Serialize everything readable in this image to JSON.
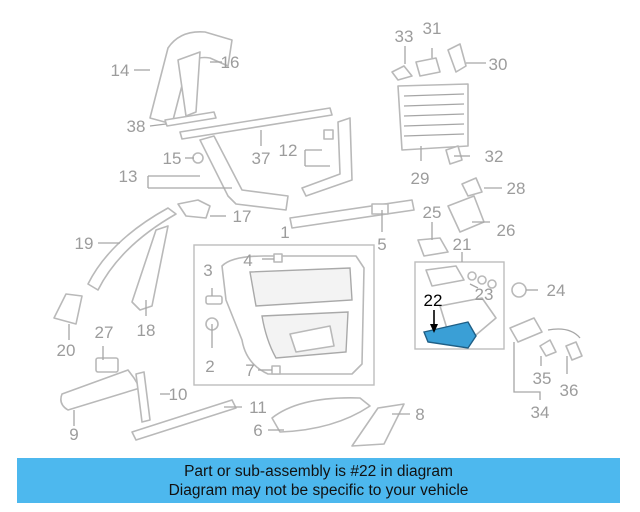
{
  "callouts": [
    "1",
    "2",
    "3",
    "4",
    "5",
    "6",
    "7",
    "8",
    "9",
    "10",
    "11",
    "12",
    "13",
    "14",
    "15",
    "16",
    "17",
    "18",
    "19",
    "20",
    "21",
    "22",
    "23",
    "24",
    "25",
    "26",
    "27",
    "28",
    "29",
    "30",
    "31",
    "32",
    "33",
    "34",
    "35",
    "36",
    "37",
    "38"
  ],
  "highlighted_callout": "22",
  "colors": {
    "caption_bg": "#4db8ee",
    "highlight_part": "#3a9fd6",
    "line_gray": "#b9b9b9",
    "label_gray": "#9c9c9c"
  },
  "caption": {
    "line1": "Part or sub-assembly is #22 in diagram",
    "line2": "Diagram may not be specific to your vehicle"
  }
}
